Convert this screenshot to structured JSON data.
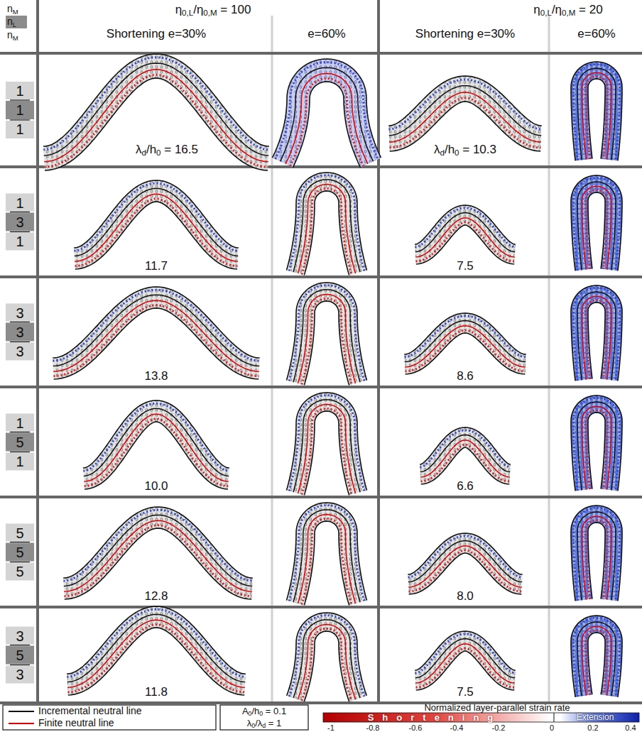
{
  "diagram": {
    "labels": [
      "nM",
      "nL",
      "nM",
      "η0,L/η0,M = 100",
      "Shortening e=30%",
      "e=60%",
      "η0,L/η0,M = 20",
      "Shortening e=30%",
      "e=60%",
      "1",
      "1",
      "1",
      "1",
      "3",
      "1",
      "3",
      "3",
      "3",
      "1",
      "5",
      "1",
      "5",
      "5",
      "5",
      "3",
      "5",
      "3",
      "λd/h0 = 16.5",
      "λd/h0 = 10.3",
      "11.7",
      "7.5",
      "13.8",
      "8.6",
      "10.0",
      "6.6",
      "12.8",
      "8.0",
      "11.8",
      "7.5",
      "A0/h0 = 0.1",
      "λ0/λd = 1",
      "Normalized layer-parallel strain rate",
      "Shortening",
      "Extension",
      "-1",
      "-0.8",
      "-0.6",
      "-0.4",
      "-0.2",
      "0",
      "0.2",
      "0.4"
    ],
    "legend": [
      {
        "text": "Incremental neutral line"
      },
      {
        "text": "Finite neutral line"
      }
    ]
  }
}
